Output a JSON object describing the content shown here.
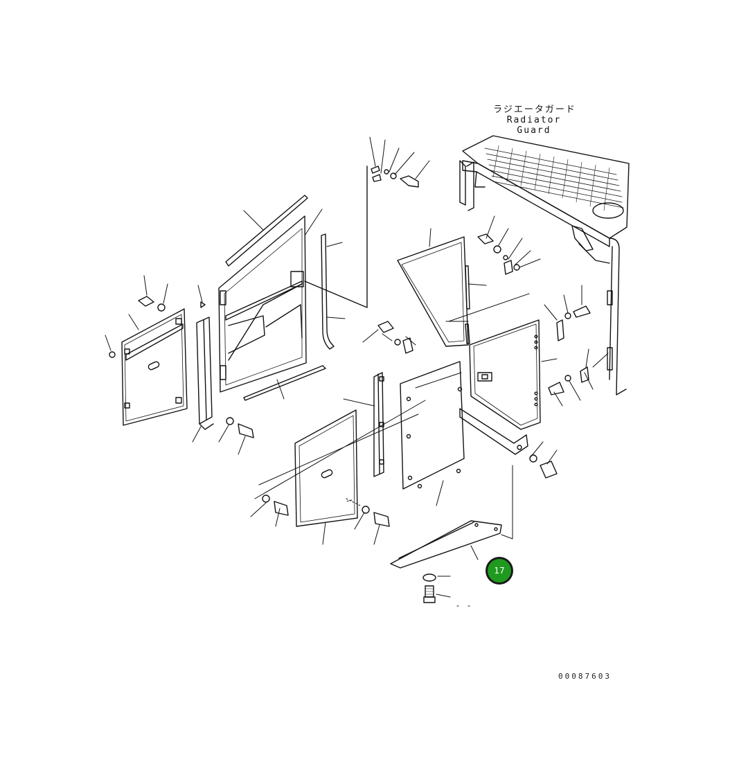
{
  "title": {
    "japanese": "ラジエータガード",
    "english": "Radiator Guard"
  },
  "document_number": "00087603",
  "callout": {
    "label": "17",
    "color": "#1f9a1f"
  },
  "line_color": "#111111"
}
